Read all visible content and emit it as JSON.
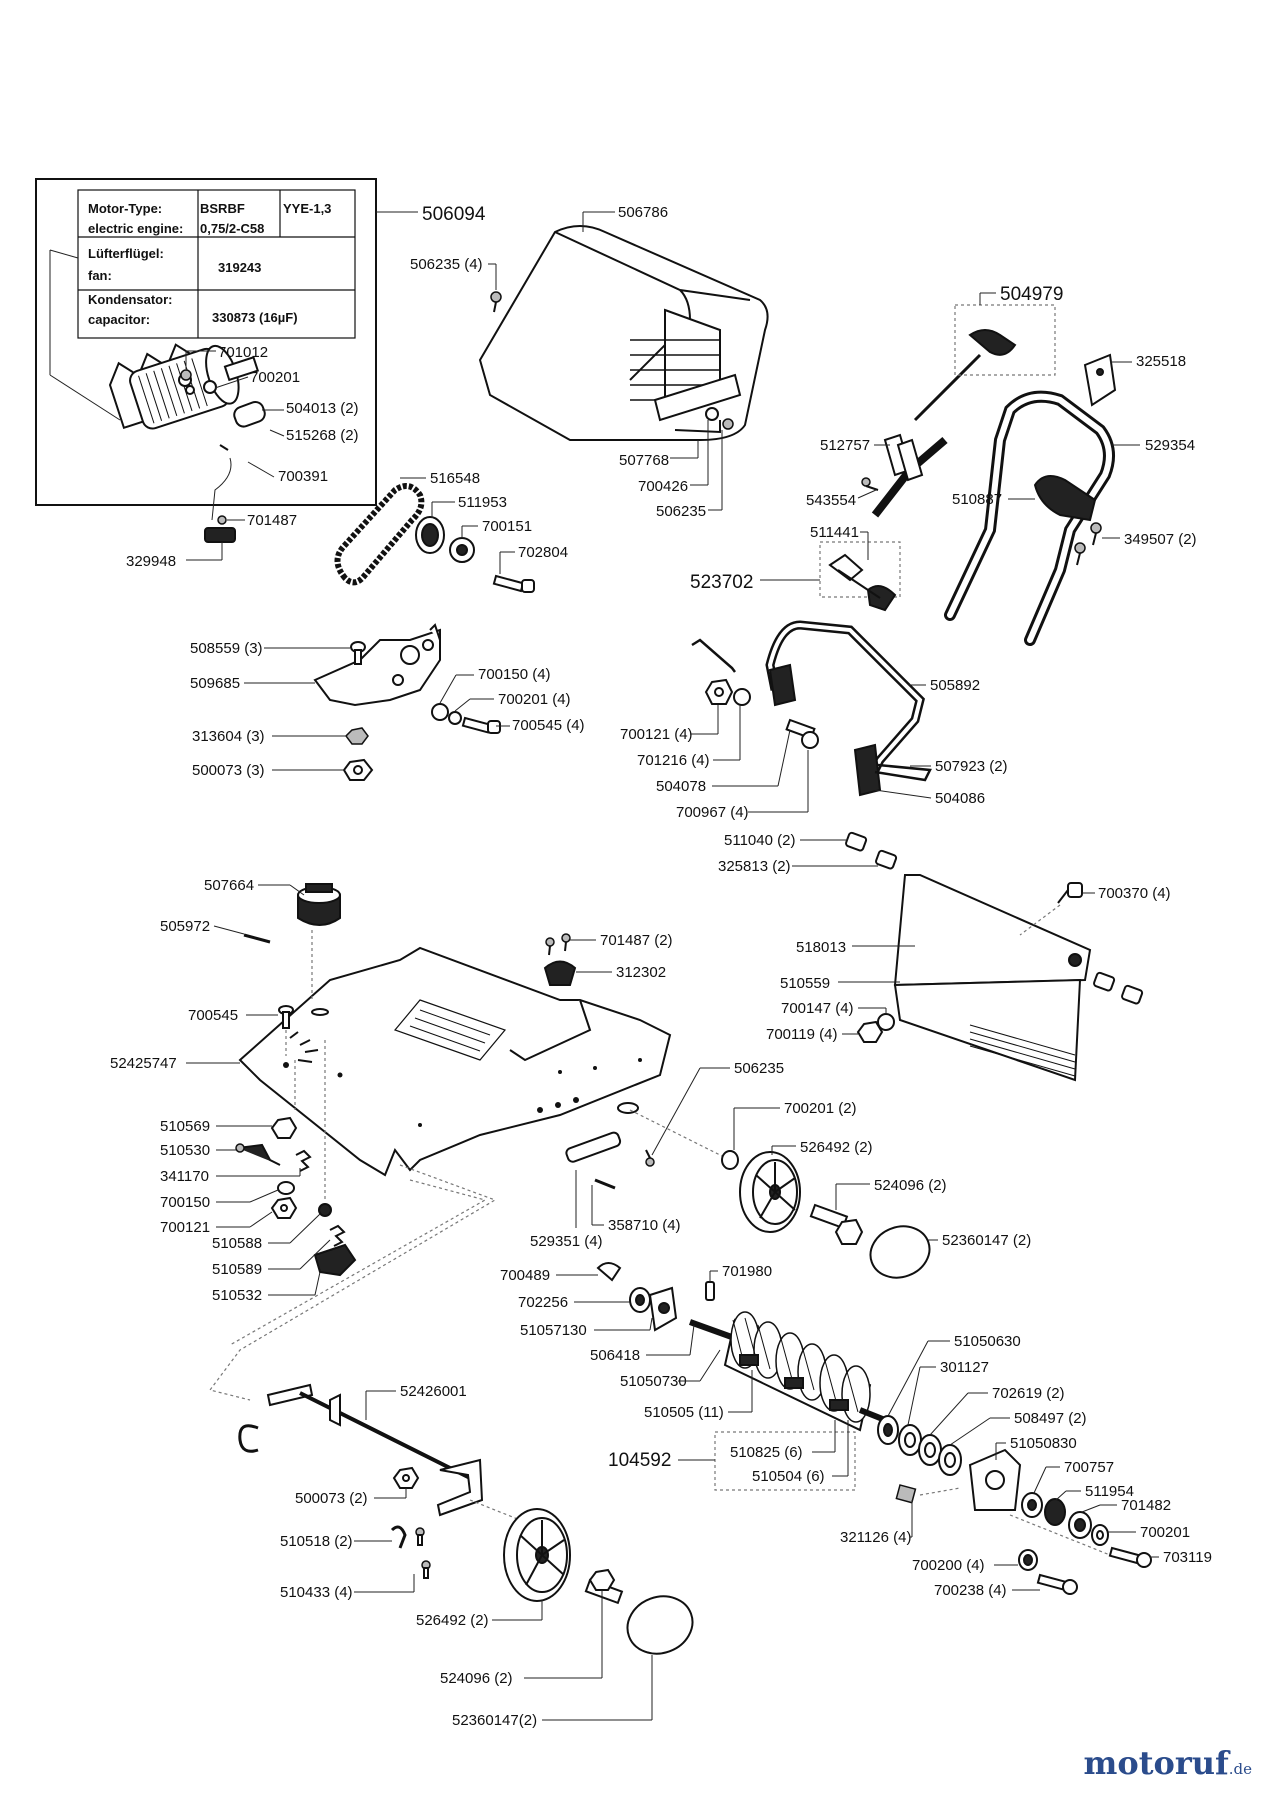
{
  "motor_table": {
    "row1_label_a": "Motor-Type:",
    "row1_label_b": "electric engine:",
    "row1_value_a": "BSRBF",
    "row1_value_b": "0,75/2-C58",
    "row1_value_c": "YYE-1,3",
    "row2_label_a": "Lüfterflügel:",
    "row2_label_b": "fan:",
    "row2_value": "319243",
    "row3_label_a": "Kondensator:",
    "row3_label_b": "capacitor:",
    "row3_value": "330873 (16µF)"
  },
  "labels": {
    "l506094": "506094",
    "l506786": "506786",
    "l506235_4": "506235 (4)",
    "l504979": "504979",
    "l325518": "325518",
    "l529354": "529354",
    "l512757": "512757",
    "l543554": "543554",
    "l510887": "510887",
    "l349507": "349507 (2)",
    "l511441": "511441",
    "l523702": "523702",
    "l505892": "505892",
    "l507768": "507768",
    "l700426": "700426",
    "l506235": "506235",
    "l701012": "701012",
    "l700201": "700201",
    "l504013": "504013 (2)",
    "l515268": "515268 (2)",
    "l700391": "700391",
    "l701487": "701487",
    "l329948": "329948",
    "l516548": "516548",
    "l511953": "511953",
    "l700151": "700151",
    "l702804": "702804",
    "l508559": "508559 (3)",
    "l509685": "509685",
    "l700150_4": "700150 (4)",
    "l700201_4": "700201 (4)",
    "l700545_4": "700545 (4)",
    "l313604": "313604 (3)",
    "l500073_3": "500073 (3)",
    "l700121_4": "700121 (4)",
    "l701216": "701216 (4)",
    "l504078": "504078",
    "l700967": "700967 (4)",
    "l507923": "507923 (2)",
    "l504086": "504086",
    "l511040": "511040 (2)",
    "l325813": "325813 (2)",
    "l700370": "700370 (4)",
    "l518013": "518013",
    "l510559": "510559",
    "l700147": "700147 (4)",
    "l700119": "700119 (4)",
    "l507664": "507664",
    "l505972": "505972",
    "l701487_2": "701487 (2)",
    "l312302": "312302",
    "l700545": "700545",
    "l52425747": "52425747",
    "l506235b": "506235",
    "l700201_2": "700201 (2)",
    "l526492_2a": "526492 (2)",
    "l524096_2a": "524096 (2)",
    "l52360147_2a": "52360147 (2)",
    "l510569": "510569",
    "l510530": "510530",
    "l341170": "341170",
    "l700150": "700150",
    "l700121": "700121",
    "l510588": "510588",
    "l510589": "510589",
    "l510532": "510532",
    "l529351": "529351 (4)",
    "l358710": "358710 (4)",
    "l700489": "700489",
    "l701980": "701980",
    "l702256": "702256",
    "l51057130": "51057130",
    "l506418": "506418",
    "l51050730": "51050730",
    "l510505": "510505 (11)",
    "l51050630": "51050630",
    "l301127": "301127",
    "l702619": "702619 (2)",
    "l508497": "508497 (2)",
    "l51050830": "51050830",
    "l700757": "700757",
    "l511954": "511954",
    "l701482": "701482",
    "l700201c": "700201",
    "l703119": "703119",
    "l700200": "700200 (4)",
    "l700238": "700238 (4)",
    "l321126": "321126 (4)",
    "l104592": "104592",
    "l510825": "510825 (6)",
    "l510504": "510504 (6)",
    "l52426001": "52426001",
    "l500073_2": "500073 (2)",
    "l510518": "510518 (2)",
    "l510433": "510433 (4)",
    "l526492_2b": "526492 (2)",
    "l524096_2b": "524096  (2)",
    "l52360147_2b": "52360147(2)"
  },
  "watermark": {
    "main": "motoruf",
    "tld": ".de"
  }
}
